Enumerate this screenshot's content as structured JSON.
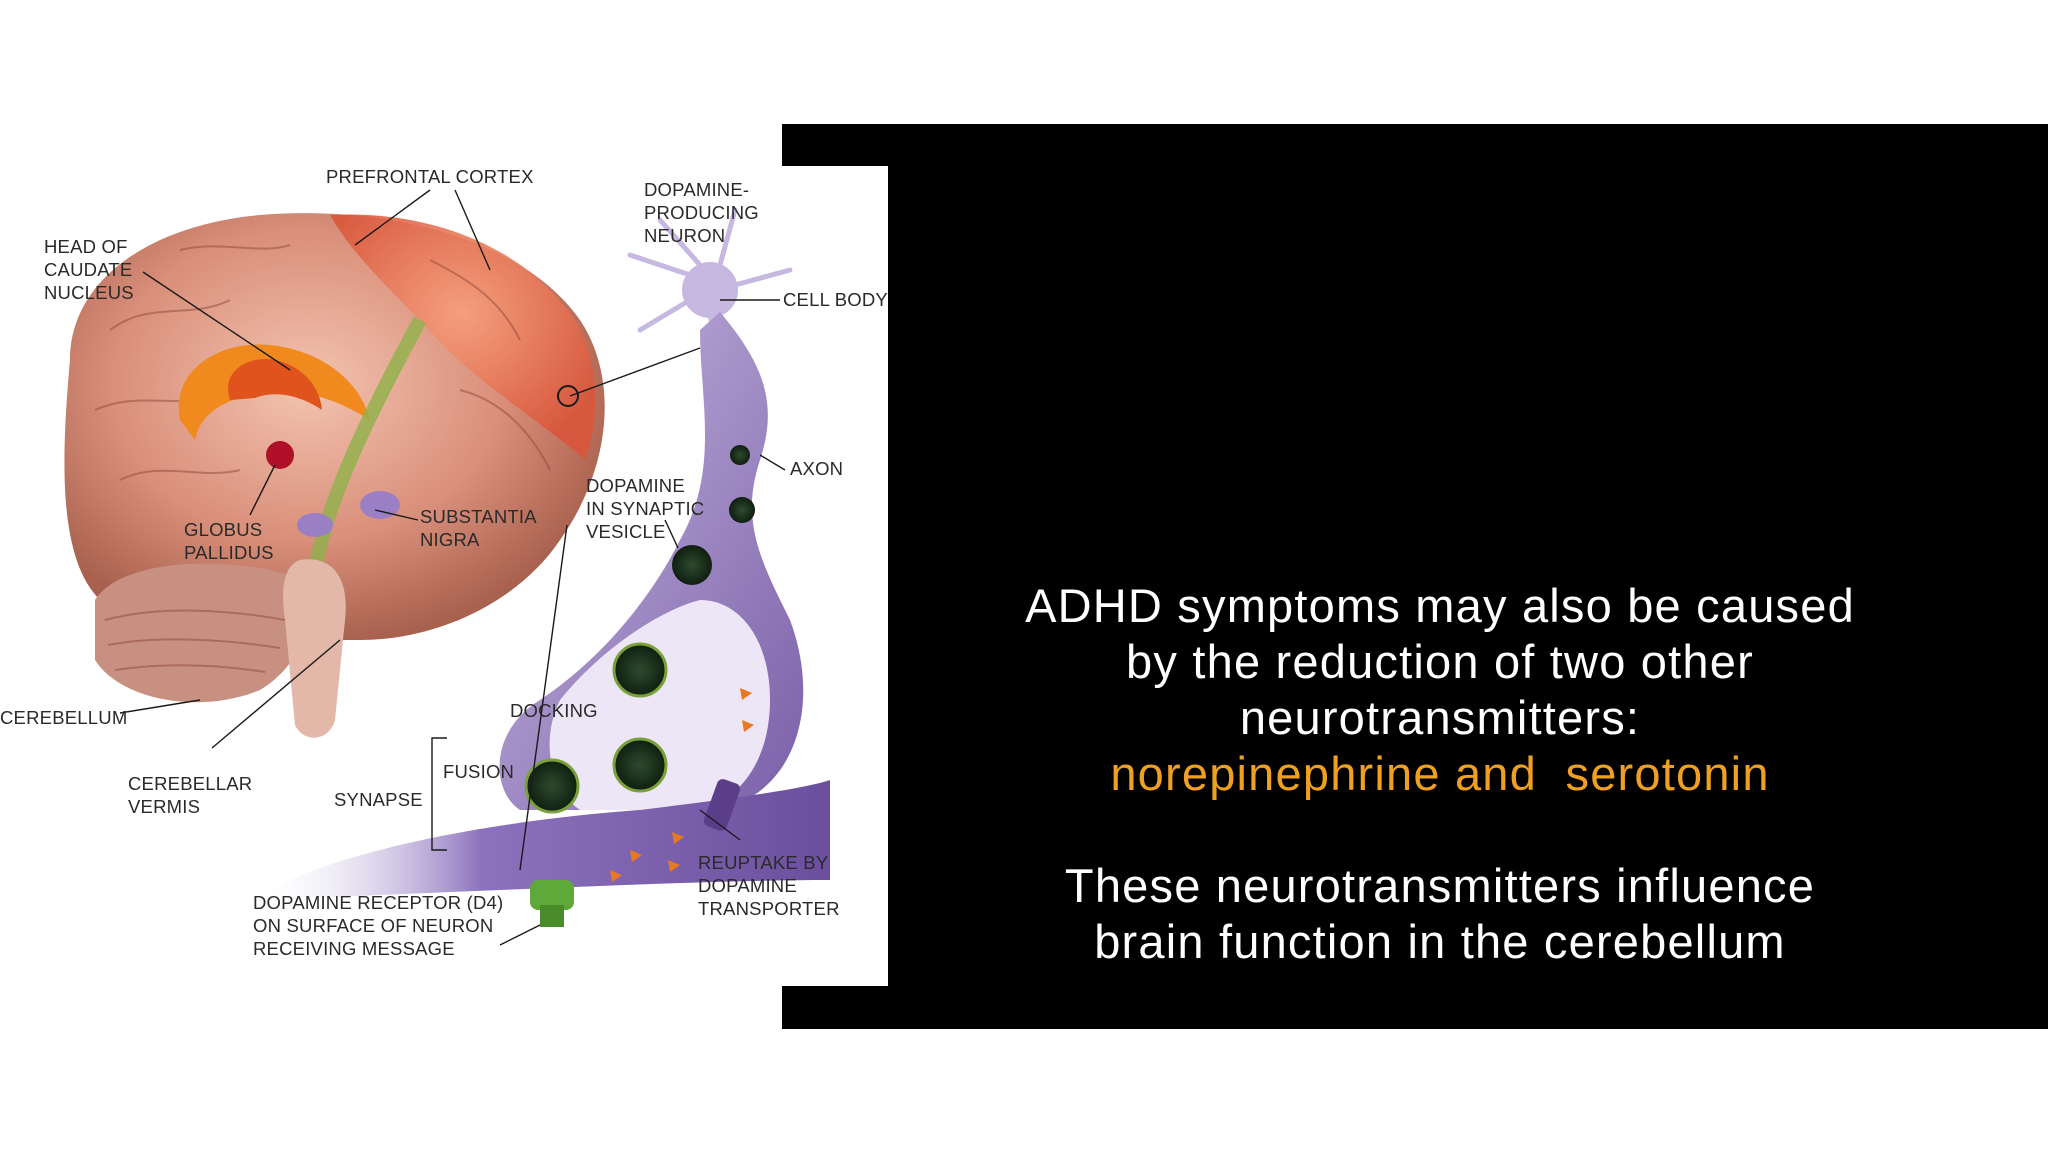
{
  "diagram": {
    "labels": {
      "prefrontal_cortex": "PREFRONTAL CORTEX",
      "head_of_caudate": [
        "HEAD OF",
        "CAUDATE",
        "NUCLEUS"
      ],
      "dopamine_producing_neuron": [
        "DOPAMINE-",
        "PRODUCING",
        "NEURON"
      ],
      "cell_body": "CELL BODY",
      "axon": "AXON",
      "dopamine_in_vesicle": [
        "DOPAMINE",
        "IN SYNAPTIC",
        "VESICLE"
      ],
      "globus_pallidus": [
        "GLOBUS",
        "PALLIDUS"
      ],
      "substantia_nigra": [
        "SUBSTANTIA",
        "NIGRA"
      ],
      "cerebellum": "CEREBELLUM",
      "docking": "DOCKING",
      "fusion": "FUSION",
      "synapse": "SYNAPSE",
      "cerebellar_vermis": [
        "CEREBELLAR",
        "VERMIS"
      ],
      "reuptake": [
        "REUPTAKE BY",
        "DOPAMINE",
        "TRANSPORTER"
      ],
      "dopamine_receptor": [
        "DOPAMINE RECEPTOR (D4)",
        "ON SURFACE OF NEURON",
        "RECEIVING MESSAGE"
      ]
    }
  },
  "text": {
    "line1": "ADHD symptoms may also be caused",
    "line2": "by the reduction of two other",
    "line3": "neurotransmitters:",
    "highlight1": "norepinephrine and",
    "highlight2": "serotonin",
    "line5": "These neurotransmitters influence",
    "line6": "brain function in the cerebellum"
  },
  "colors": {
    "background": "#ffffff",
    "panel": "#000000",
    "text": "#ffffff",
    "highlight": "#f0a020"
  }
}
